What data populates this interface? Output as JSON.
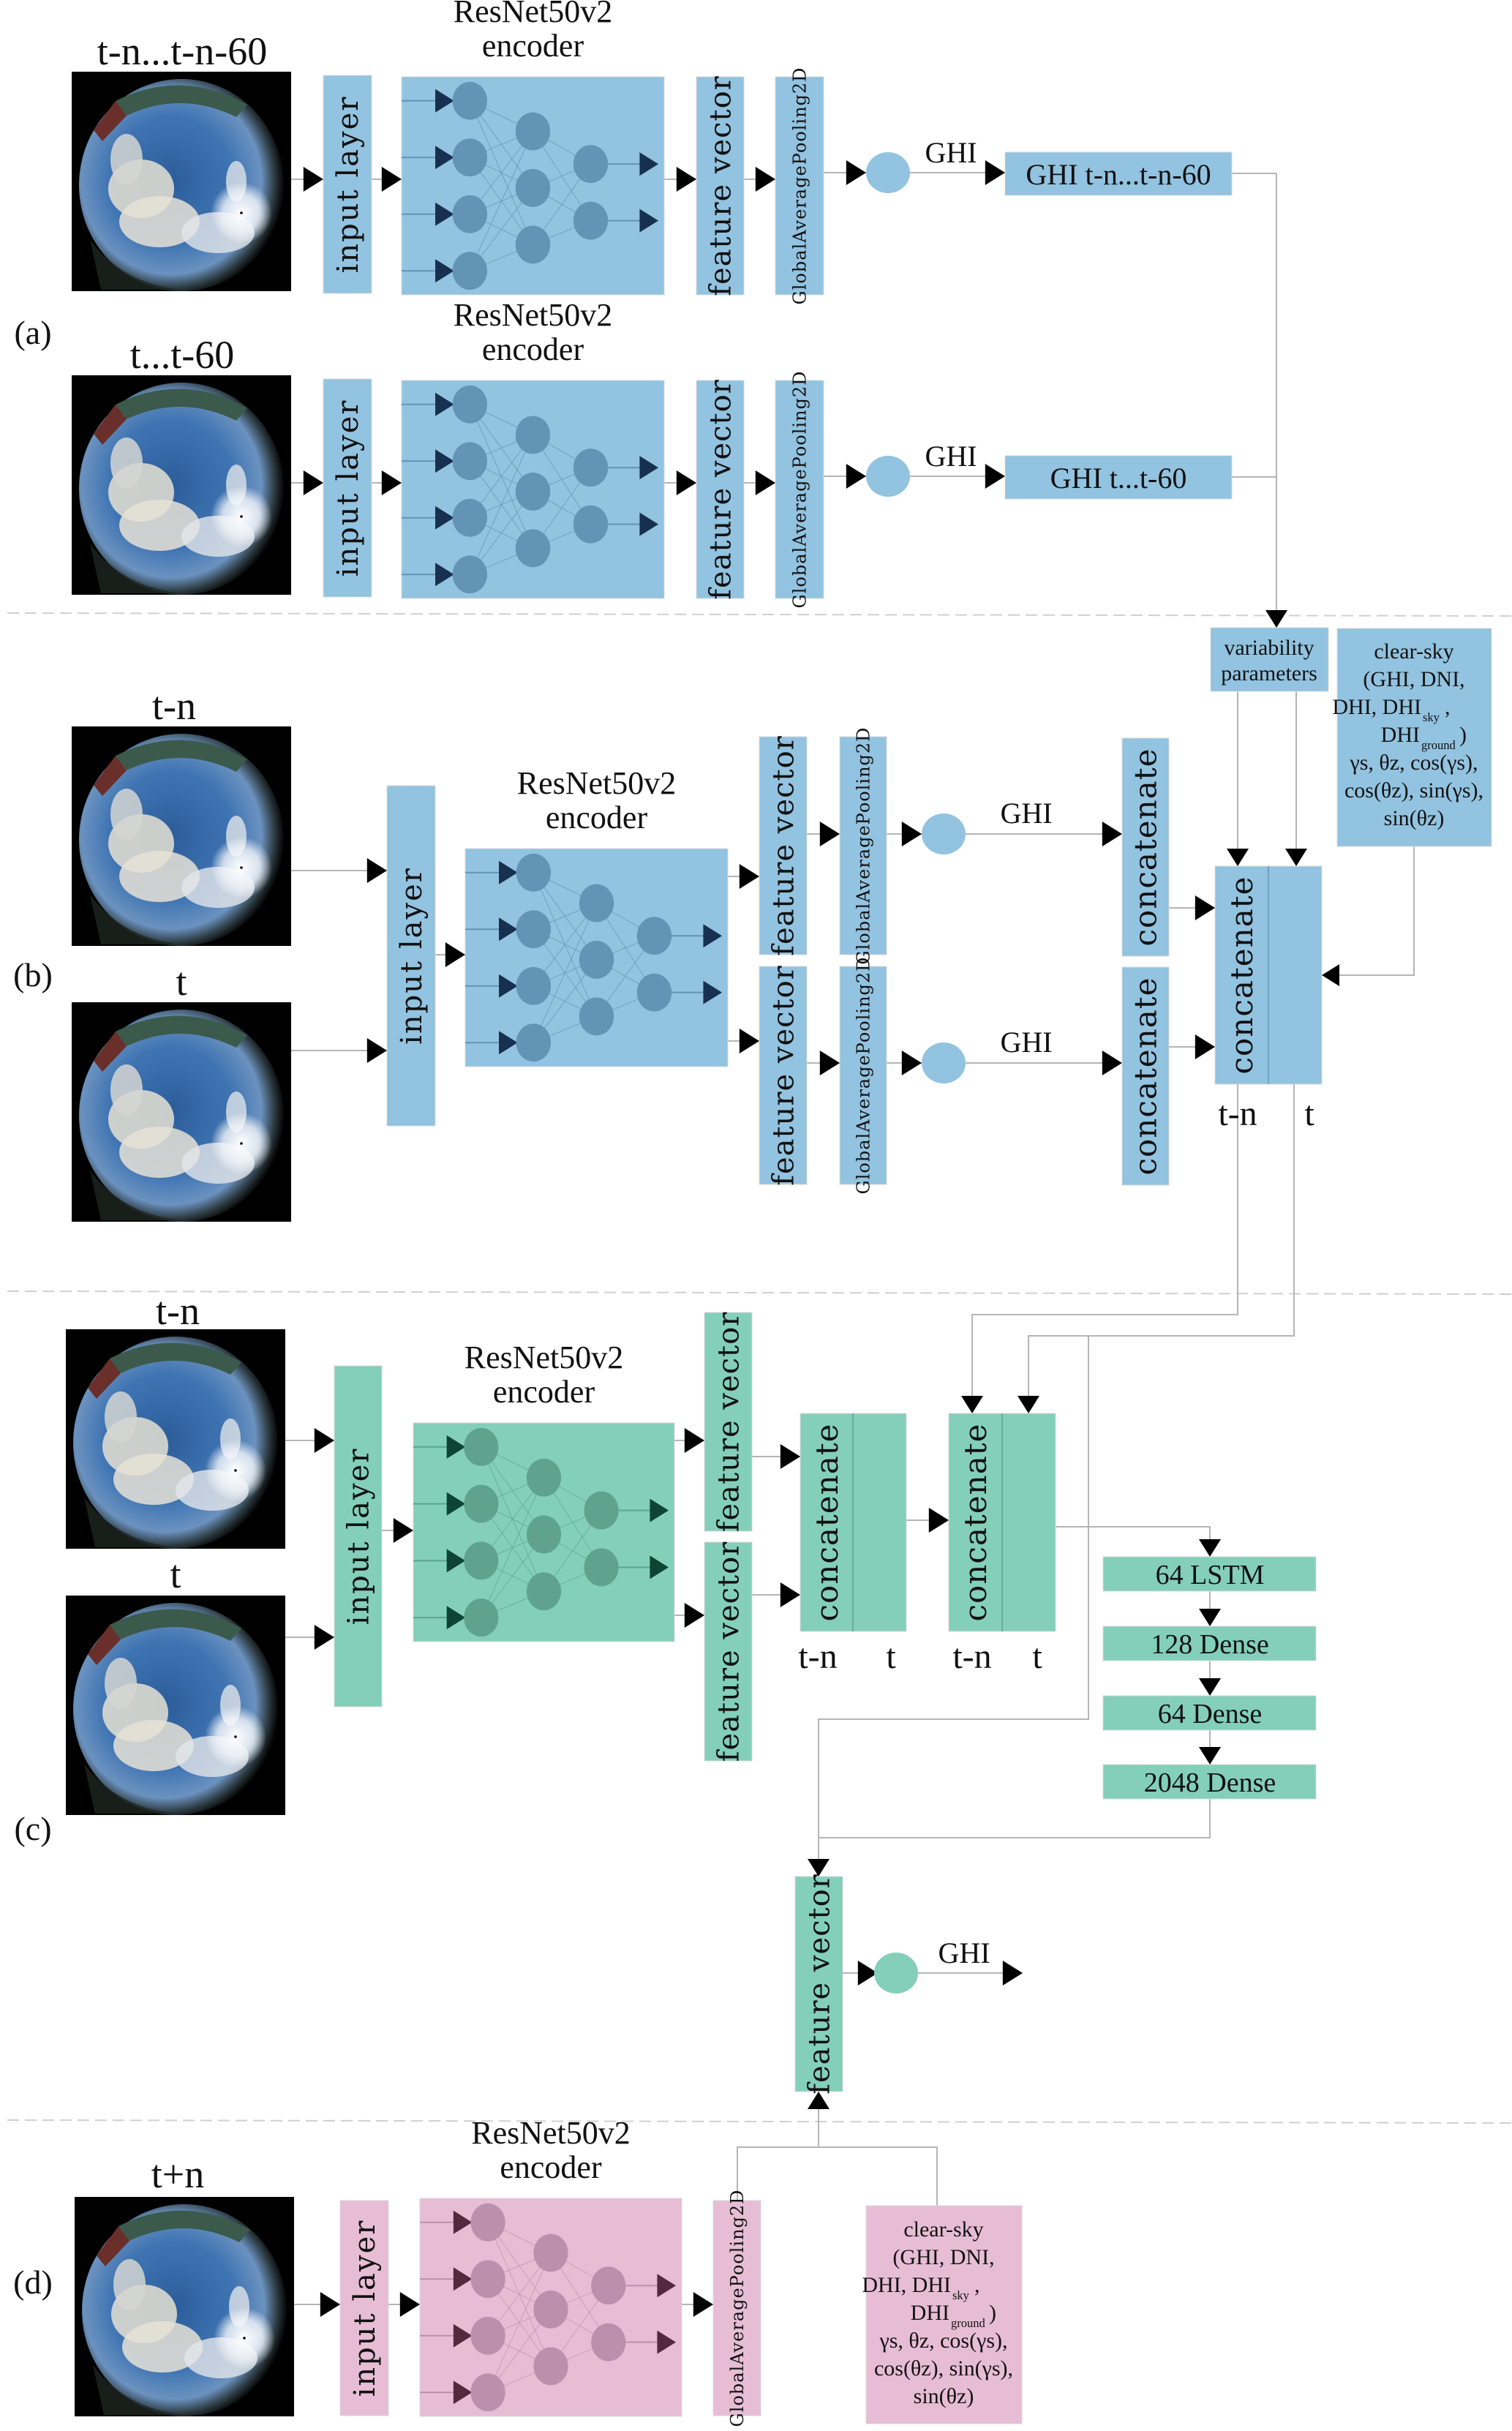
{
  "figure": {
    "panels": {
      "a": "(a)",
      "b": "(b)",
      "c": "(c)",
      "d": "(d)"
    },
    "colors": {
      "blue_box": "#92c3e0",
      "blue_node": "#6393b5",
      "blue_arrow": "#17304f",
      "green_box": "#83cfba",
      "green_node": "#5fa38f",
      "green_arrow": "#0e4433",
      "pink_box": "#e7bdd6",
      "pink_node": "#bb90ac",
      "pink_arrow": "#54293f",
      "connector": "#b5b5b5",
      "divider": "#d0d0d0"
    },
    "common": {
      "encoder_title": "ResNet50v2",
      "encoder_subtitle": "encoder",
      "input_layer": "input layer",
      "feature_vector": "feature vector",
      "gap": "GlobalAveragePooling2D",
      "ghi": "GHI",
      "concatenate": "concatenate",
      "t_minus_n": "t-n",
      "t": "t"
    },
    "section_a": {
      "row1_image_label": "t-n...t-n-60",
      "row1_output": "GHI t-n...t-n-60",
      "row2_image_label": "t...t-60",
      "row2_output": "GHI t...t-60"
    },
    "section_b": {
      "image1_label": "t-n",
      "image2_label": "t",
      "variability": [
        "variability",
        "parameters"
      ],
      "clear_sky": {
        "line1": "clear-sky",
        "line2": "(GHI, DNI,",
        "line3": "DHI,  DHI",
        "line3_sub": "sky",
        "line3_tail": ",",
        "line4": "DHI",
        "line4_sub": "ground",
        "line4_tail": ")",
        "line5": "γs, θz, cos(γs),",
        "line6": "cos(θz), sin(γs),",
        "line7": "sin(θz)"
      }
    },
    "section_c": {
      "image1_label": "t-n",
      "image2_label": "t",
      "dense_layers": [
        "64 LSTM",
        "128 Dense",
        "64 Dense",
        "2048 Dense"
      ]
    },
    "section_d": {
      "image_label": "t+n"
    }
  }
}
